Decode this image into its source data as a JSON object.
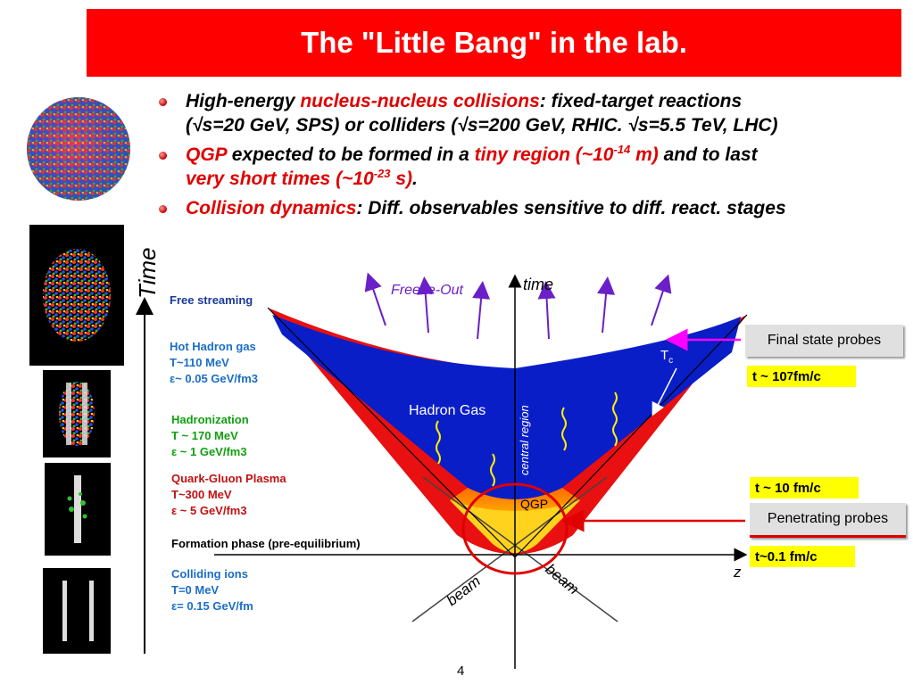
{
  "title": "The \"Little Bang\" in the lab.",
  "bullets": {
    "b1": {
      "t1": "High-energy ",
      "t2": "nucleus-nucleus collisions",
      "t3": ": fixed-target reactions",
      "t4": "(√s=20 GeV, SPS) or colliders (√s=200 GeV, RHIC. √s=5.5 TeV, LHC)"
    },
    "b2": {
      "t1": "QGP",
      "t2": " expected to be formed in a ",
      "t3": "tiny region (~10",
      "t4": "-14",
      "t5": " m)",
      "t6": " and to last",
      "t7": "very short times (~10",
      "t8": "-23",
      "t9": " s)",
      "t10": "."
    },
    "b3": {
      "t1": "Collision dynamics",
      "t2": ": Diff. observables sensitive to diff. react. stages"
    }
  },
  "diagram": {
    "time_axis_label": "Time",
    "stages": [
      {
        "name": "Free streaming",
        "lines": []
      },
      {
        "name": "Hot Hadron gas",
        "lines": [
          "T~110 MeV",
          "ε~ 0.05 GeV/fm3"
        ]
      },
      {
        "name": "Hadronization",
        "lines": [
          "T ~ 170 MeV",
          "ε ~ 1 GeV/fm3"
        ]
      },
      {
        "name": "Quark-Gluon Plasma",
        "lines": [
          "T~300 MeV",
          "ε ~ 5 GeV/fm3"
        ]
      },
      {
        "name": "Formation phase (pre-equilibrium)",
        "lines": []
      },
      {
        "name": "Colliding ions",
        "lines": [
          "T=0 MeV",
          "ε= 0.15 GeV/fm"
        ]
      }
    ],
    "freeze_out": "Freeze-Out",
    "time_label": "time",
    "tc_label": "T",
    "tc_sub": "c",
    "hadron_gas": "Hadron Gas",
    "central_region": "central region",
    "qgp": "QGP",
    "beam_left": "beam",
    "beam_right": "beam",
    "z_label": "z",
    "final_state_probes": "Final state probes",
    "penetrating_probes": "Penetrating probes",
    "t_late_a": "t ~ 10",
    "t_late_exp": "7",
    "t_late_b": " fm/c",
    "t_mid": "t ~ 10 fm/c",
    "t_early": "t~0.1 fm/c"
  },
  "page_number": "4",
  "colors": {
    "accent": "#ff0000",
    "hadron_gas": "#0a1ec8",
    "qgp": "#ffaa00",
    "arrow": "#6a1fc8",
    "label_blue": "#1a6ec8",
    "label_green": "#10a010",
    "label_red": "#c01010"
  }
}
